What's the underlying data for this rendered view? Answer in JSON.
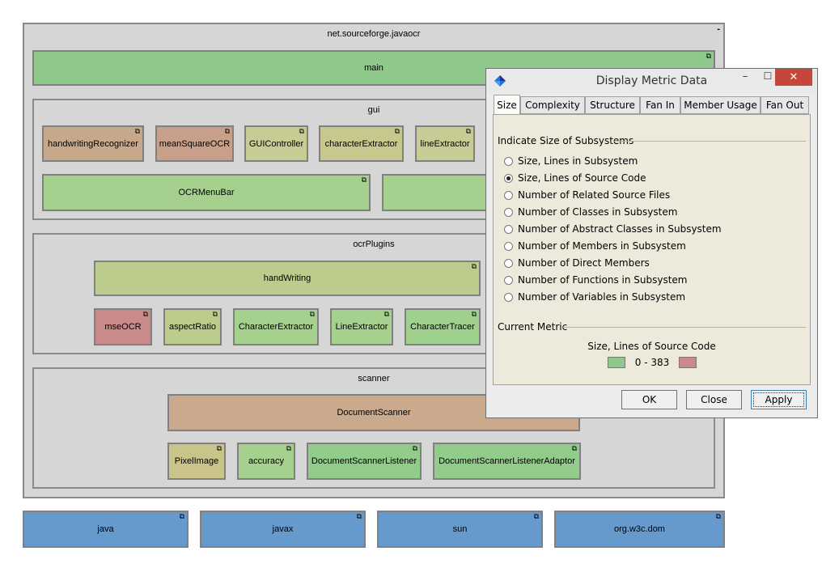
{
  "diagram": {
    "root": {
      "title": "net.sourceforge.javaocr",
      "minimize_glyph": "-",
      "main": {
        "label": "main"
      },
      "gui": {
        "title": "gui",
        "items": [
          {
            "label": "handwritingRecognizer",
            "color": "#c8a88a"
          },
          {
            "label": "meanSquareOCR",
            "color": "#c8a08a"
          },
          {
            "label": "GUIController",
            "color": "#c6cc94"
          },
          {
            "label": "characterExtractor",
            "color": "#c8c88e"
          },
          {
            "label": "lineExtractor",
            "color": "#c6cc94"
          }
        ],
        "ocr_menu_bar": {
          "label": "OCRMenuBar",
          "color": "#a6d08e"
        },
        "hidden_item": {
          "color": "#a6d08e"
        }
      },
      "ocrPlugins": {
        "title": "ocrPlugins",
        "handwriting": {
          "label": "handWriting",
          "color": "#bccc8c"
        },
        "items": [
          {
            "label": "mseOCR",
            "color": "#c98a8a"
          },
          {
            "label": "aspectRatio",
            "color": "#bccc8c"
          },
          {
            "label": "CharacterExtractor",
            "color": "#a6d08e"
          },
          {
            "label": "LineExtractor",
            "color": "#a6d08e"
          },
          {
            "label": "CharacterTracer",
            "color": "#a0d08e"
          }
        ]
      },
      "scanner": {
        "title": "scanner",
        "document_scanner": {
          "label": "DocumentScanner",
          "color": "#cba98c"
        },
        "items": [
          {
            "label": "PixelImage",
            "color": "#cac38a"
          },
          {
            "label": "accuracy",
            "color": "#a6d08e"
          },
          {
            "label": "DocumentScannerListener",
            "color": "#92cc8a"
          },
          {
            "label": "DocumentScannerListenerAdaptor",
            "color": "#92cc8a"
          }
        ]
      }
    },
    "external": [
      {
        "label": "java"
      },
      {
        "label": "javax"
      },
      {
        "label": "sun"
      },
      {
        "label": "org.w3c.dom"
      }
    ],
    "corner_icon": "⧉",
    "colors": {
      "main": "#8ec88a",
      "external": "#6699cc",
      "package_bg": "#d6d6d6"
    }
  },
  "dialog": {
    "title": "Display Metric Data",
    "controls": {
      "minimize": "–",
      "maximize": "☐",
      "close": "✕"
    },
    "tabs": [
      {
        "label": "Size",
        "active": true
      },
      {
        "label": "Complexity",
        "active": false
      },
      {
        "label": "Structure",
        "active": false
      },
      {
        "label": "Fan In",
        "active": false
      },
      {
        "label": "Member Usage",
        "active": false
      },
      {
        "label": "Fan Out",
        "active": false
      }
    ],
    "size_group_label": "Indicate Size of Subsystems",
    "options": [
      {
        "label": "Size, Lines in Subsystem",
        "selected": false
      },
      {
        "label": "Size, Lines of Source Code",
        "selected": true
      },
      {
        "label": "Number of Related Source Files",
        "selected": false
      },
      {
        "label": "Number of Classes in Subsystem",
        "selected": false
      },
      {
        "label": "Number of Abstract Classes in Subsystem",
        "selected": false
      },
      {
        "label": "Number of Members in Subsystem",
        "selected": false
      },
      {
        "label": "Number of Direct Members",
        "selected": false
      },
      {
        "label": "Number of Functions in Subsystem",
        "selected": false
      },
      {
        "label": "Number of Variables in Subsystem",
        "selected": false
      }
    ],
    "current_metric_label": "Current Metric",
    "current_metric_name": "Size, Lines of Source Code",
    "legend": {
      "range": "0 - 383",
      "low_color": "#8ec88a",
      "high_color": "#c98a8a"
    },
    "buttons": {
      "ok": "OK",
      "close": "Close",
      "apply": "Apply"
    }
  }
}
